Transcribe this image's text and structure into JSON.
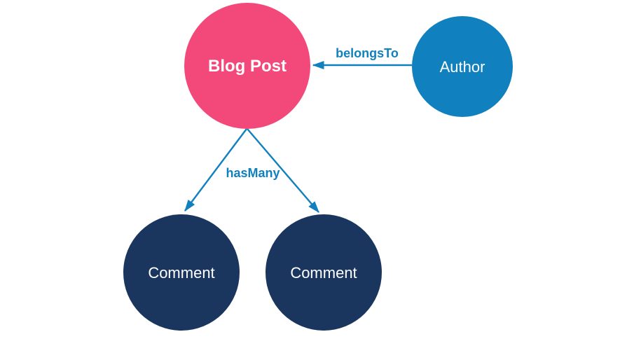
{
  "page": {
    "background": "#ffffff"
  },
  "diagram": {
    "type": "entity-relationship",
    "edge_color": "#1180BE",
    "nodes": [
      {
        "id": "blog-post",
        "label": "Blog Post",
        "fill": "#F3497A",
        "text_color": "#ffffff"
      },
      {
        "id": "author",
        "label": "Author",
        "fill": "#1180BE",
        "text_color": "#ffffff"
      },
      {
        "id": "comment-1",
        "label": "Comment",
        "fill": "#1A365F",
        "text_color": "#ffffff"
      },
      {
        "id": "comment-2",
        "label": "Comment",
        "fill": "#1A365F",
        "text_color": "#ffffff"
      }
    ],
    "edges": [
      {
        "id": "author-to-blogpost",
        "from": "Author",
        "to": "Blog Post",
        "label": "belongsTo"
      },
      {
        "id": "blogpost-to-comment1",
        "from": "Blog Post",
        "to": "Comment",
        "label": "hasMany"
      },
      {
        "id": "blogpost-to-comment2",
        "from": "Blog Post",
        "to": "Comment",
        "label": "hasMany"
      }
    ]
  }
}
